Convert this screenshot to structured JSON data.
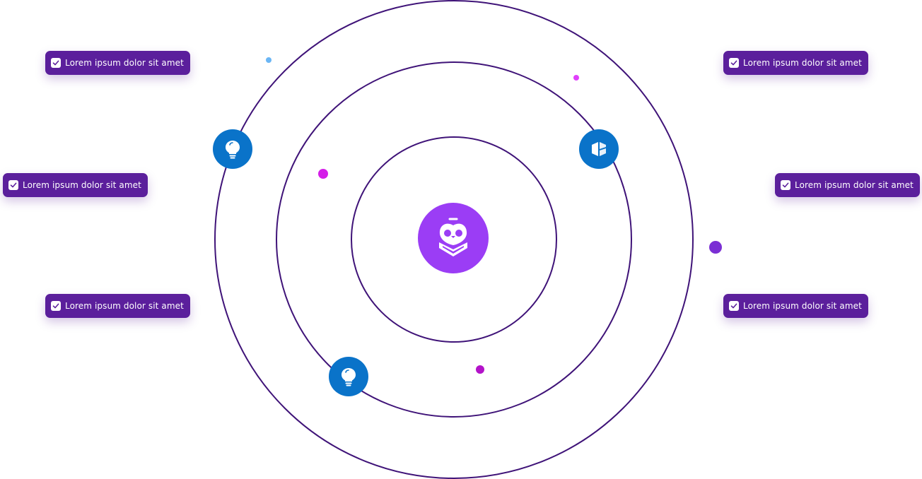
{
  "labels": [
    "Lorem ipsum dolor sit amet",
    "Lorem ipsum dolor sit amet",
    "Lorem ipsum dolor sit amet",
    "Lorem ipsum dolor sit amet",
    "Lorem ipsum dolor sit amet",
    "Lorem ipsum dolor sit amet"
  ],
  "colors": {
    "orbit": "#3f1378",
    "pill": "#5b1f9c",
    "node": "#0a73c9",
    "hub": "#9b3df5",
    "dot_blue": "#6bb6f5",
    "dot_pink": "#e040fb",
    "dot_magenta": "#d41ee8",
    "dot_purple": "#7b2fd4",
    "dot_violet": "#b313c9"
  },
  "icons": {
    "hub": "owl-book-icon",
    "node_top_left": "lightbulb-icon",
    "node_top_right": "cube-icon",
    "node_bottom": "lightbulb-icon"
  }
}
